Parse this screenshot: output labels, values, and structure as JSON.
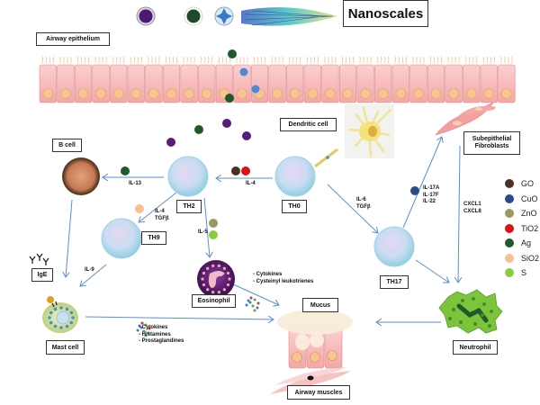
{
  "title": "Nanoscales",
  "labels": {
    "airway_epithelium": "Airway epithelium",
    "dendritic_cell": "Dendritic cell",
    "subepithelial_fibroblasts": "Subepithelial\nFibroblasts",
    "b_cell": "B cell",
    "th2": "TH2",
    "th0": "TH0",
    "th9": "TH9",
    "th17": "TH17",
    "ige": "IgE",
    "eosinophil": "Eosinophil",
    "mast_cell": "Mast cell",
    "mucus": "Mucus",
    "neutrophil": "Neutrophil",
    "airway_muscles": "Airway muscles"
  },
  "mediators": {
    "il13": "IL-13",
    "il4": "IL-4",
    "il4_tgfb": "IL-4\nTGFβ",
    "il5": "IL-5",
    "il9": "IL-9",
    "il6_tgfb": "IL-6\nTGFβ",
    "il17": "IL-17A\nIL-17F\nIL-22",
    "cxcl": "CXCL1\nCXCL8",
    "eosinophil_products": "- Cytokines\n- Cysteinyl leukotrienes",
    "mast_products": "- Cytokines\n- Histamines\n- Prostaglandines"
  },
  "legend": [
    {
      "name": "GO",
      "color": "#4a3222"
    },
    {
      "name": "CuO",
      "color": "#2a4a8a"
    },
    {
      "name": "ZnO",
      "color": "#9c9760"
    },
    {
      "name": "TiO2",
      "color": "#e01010"
    },
    {
      "name": "Ag",
      "color": "#1e5a2a"
    },
    {
      "name": "SiO2",
      "color": "#f7c08e"
    },
    {
      "name": "S",
      "color": "#8ccc3c"
    }
  ],
  "colors": {
    "arrow": "#5b8fd4",
    "epithelium_cell": "#f6b8b8",
    "nucleus": "#f7c690",
    "tcell": "#bfe4f0",
    "eosinophil": "#5a1a6e",
    "neutrophil": "#7cc43a"
  }
}
